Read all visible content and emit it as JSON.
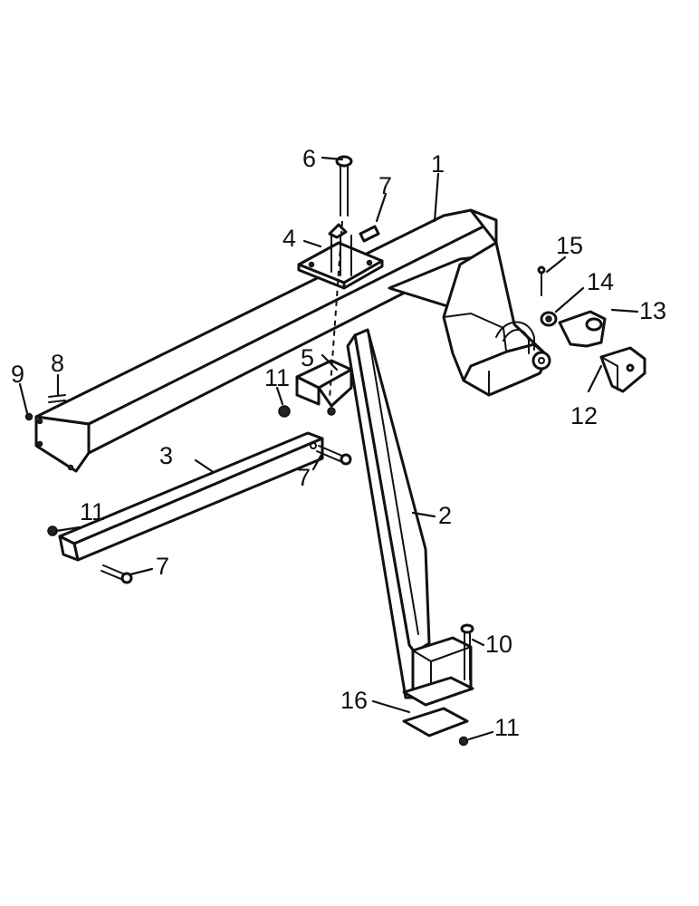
{
  "diagram": {
    "callouts": [
      {
        "id": "c1",
        "label": "1"
      },
      {
        "id": "c2",
        "label": "2"
      },
      {
        "id": "c3",
        "label": "3"
      },
      {
        "id": "c4",
        "label": "4"
      },
      {
        "id": "c5",
        "label": "5"
      },
      {
        "id": "c6",
        "label": "6"
      },
      {
        "id": "c7a",
        "label": "7"
      },
      {
        "id": "c7b",
        "label": "7"
      },
      {
        "id": "c7c",
        "label": "7"
      },
      {
        "id": "c8",
        "label": "8"
      },
      {
        "id": "c9",
        "label": "9"
      },
      {
        "id": "c10",
        "label": "10"
      },
      {
        "id": "c11a",
        "label": "11"
      },
      {
        "id": "c11b",
        "label": "11"
      },
      {
        "id": "c11c",
        "label": "11"
      },
      {
        "id": "c12",
        "label": "12"
      },
      {
        "id": "c13",
        "label": "13"
      },
      {
        "id": "c14",
        "label": "14"
      },
      {
        "id": "c15",
        "label": "15"
      },
      {
        "id": "c16",
        "label": "16"
      }
    ]
  }
}
